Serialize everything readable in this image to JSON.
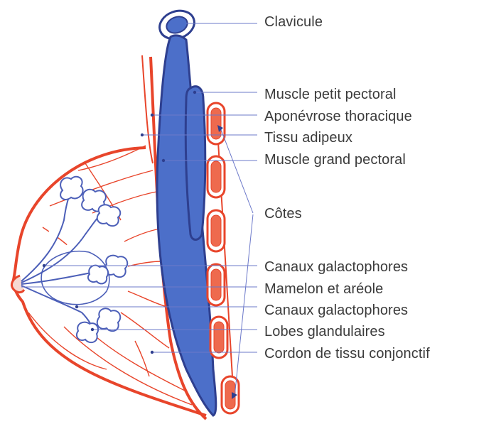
{
  "colors": {
    "muscle_fill": "#4c6fc9",
    "muscle_stroke": "#2e3f8f",
    "outline_red": "#e8452b",
    "rib_fill": "#ee6a4e",
    "leader_blue": "#6b78c9",
    "text": "#3b3b3b"
  },
  "labels": [
    {
      "id": "clavicule",
      "text": "Clavicule"
    },
    {
      "id": "muscle-petit-pectoral",
      "text": "Muscle petit pectoral"
    },
    {
      "id": "aponevrose-thoracique",
      "text": "Aponévrose thoracique"
    },
    {
      "id": "tissu-adipeux",
      "text": "Tissu adipeux"
    },
    {
      "id": "muscle-grand-pectoral",
      "text": "Muscle grand pectoral"
    },
    {
      "id": "cotes",
      "text": "Côtes"
    },
    {
      "id": "canaux-galactophores-1",
      "text": "Canaux galactophores"
    },
    {
      "id": "mamelon-areole",
      "text": "Mamelon et aréole"
    },
    {
      "id": "canaux-galactophores-2",
      "text": "Canaux galactophores"
    },
    {
      "id": "lobes-glandulaires",
      "text": "Lobes glandulaires"
    },
    {
      "id": "cordon-tissu-conjonctif",
      "text": "Cordon de tissu conjonctif"
    }
  ]
}
